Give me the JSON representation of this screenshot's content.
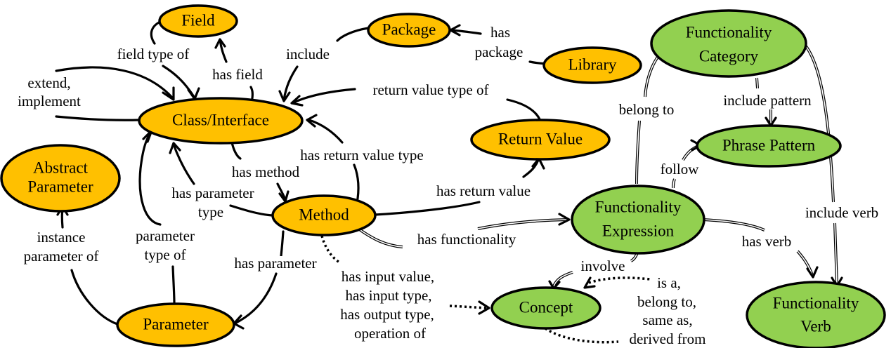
{
  "colors": {
    "code_entity": "#FFC000",
    "functionality_entity": "#92D050",
    "outline": "#000000",
    "background": "#FFFFFF"
  },
  "nodes": {
    "field": {
      "label": [
        "Field"
      ],
      "kind": "code_entity"
    },
    "package": {
      "label": [
        "Package"
      ],
      "kind": "code_entity"
    },
    "library": {
      "label": [
        "Library"
      ],
      "kind": "code_entity"
    },
    "class_interface": {
      "label": [
        "Class/Interface"
      ],
      "kind": "code_entity"
    },
    "return_value": {
      "label": [
        "Return Value"
      ],
      "kind": "code_entity"
    },
    "abstract_parameter": {
      "label": [
        "Abstract",
        "Parameter"
      ],
      "kind": "code_entity"
    },
    "method": {
      "label": [
        "Method"
      ],
      "kind": "code_entity"
    },
    "parameter": {
      "label": [
        "Parameter"
      ],
      "kind": "code_entity"
    },
    "functionality_category": {
      "label": [
        "Functionality",
        "Category"
      ],
      "kind": "functionality_entity"
    },
    "phrase_pattern": {
      "label": [
        "Phrase Pattern"
      ],
      "kind": "functionality_entity"
    },
    "functionality_expression": {
      "label": [
        "Functionality",
        "Expression"
      ],
      "kind": "functionality_entity"
    },
    "concept": {
      "label": [
        "Concept"
      ],
      "kind": "functionality_entity"
    },
    "functionality_verb": {
      "label": [
        "Functionality",
        "Verb"
      ],
      "kind": "functionality_entity"
    }
  },
  "edges": {
    "field_type_of": {
      "label": [
        "field type of"
      ],
      "from": "field",
      "to": "class_interface",
      "style": "solid"
    },
    "has_field": {
      "label": [
        "has field"
      ],
      "from": "class_interface",
      "to": "field",
      "style": "solid"
    },
    "include": {
      "label": [
        "include"
      ],
      "from": "package",
      "to": "class_interface",
      "style": "solid"
    },
    "has_package": {
      "label": [
        "has",
        "package"
      ],
      "from": "library",
      "to": "package",
      "style": "solid"
    },
    "extend_implement": {
      "label": [
        "extend,",
        "implement"
      ],
      "from": "class_interface",
      "to": "class_interface",
      "style": "solid"
    },
    "return_value_type_of": {
      "label": [
        "return value type of"
      ],
      "from": "return_value",
      "to": "class_interface",
      "style": "solid"
    },
    "has_return_value_type": {
      "label": [
        "has return value type"
      ],
      "from": "method",
      "to": "class_interface",
      "style": "solid"
    },
    "has_method": {
      "label": [
        "has method"
      ],
      "from": "class_interface",
      "to": "method",
      "style": "solid"
    },
    "has_parameter_type": {
      "label": [
        "has parameter",
        "type"
      ],
      "from": "method",
      "to": "class_interface",
      "style": "solid"
    },
    "has_return_value": {
      "label": [
        "has return value"
      ],
      "from": "method",
      "to": "return_value",
      "style": "solid"
    },
    "instance_parameter_of": {
      "label": [
        "instance",
        "parameter of"
      ],
      "from": "parameter",
      "to": "abstract_parameter",
      "style": "solid"
    },
    "parameter_type_of": {
      "label": [
        "parameter",
        "type of"
      ],
      "from": "parameter",
      "to": "class_interface",
      "style": "solid"
    },
    "has_parameter": {
      "label": [
        "has parameter"
      ],
      "from": "method",
      "to": "parameter",
      "style": "solid"
    },
    "has_functionality": {
      "label": [
        "has functionality"
      ],
      "from": "method",
      "to": "functionality_expression",
      "style": "double"
    },
    "method_concept": {
      "label": [
        "has input value,",
        "has input type,",
        "has output type,",
        "operation of"
      ],
      "from": "method",
      "to": "concept",
      "style": "dotted"
    },
    "belong_to": {
      "label": [
        "belong to"
      ],
      "from": "functionality_expression",
      "to": "functionality_category",
      "style": "double"
    },
    "include_pattern": {
      "label": [
        "include pattern"
      ],
      "from": "functionality_category",
      "to": "phrase_pattern",
      "style": "double"
    },
    "follow": {
      "label": [
        "follow"
      ],
      "from": "functionality_expression",
      "to": "phrase_pattern",
      "style": "double"
    },
    "include_verb": {
      "label": [
        "include verb"
      ],
      "from": "functionality_category",
      "to": "functionality_verb",
      "style": "double"
    },
    "has_verb": {
      "label": [
        "has verb"
      ],
      "from": "functionality_expression",
      "to": "functionality_verb",
      "style": "double"
    },
    "involve": {
      "label": [
        "involve"
      ],
      "from": "functionality_expression",
      "to": "concept",
      "style": "double"
    },
    "concept_relations": {
      "label": [
        "is a,",
        "belong to,",
        "same as,",
        "derived from"
      ],
      "from": "concept",
      "to": "concept",
      "style": "dotted"
    }
  }
}
